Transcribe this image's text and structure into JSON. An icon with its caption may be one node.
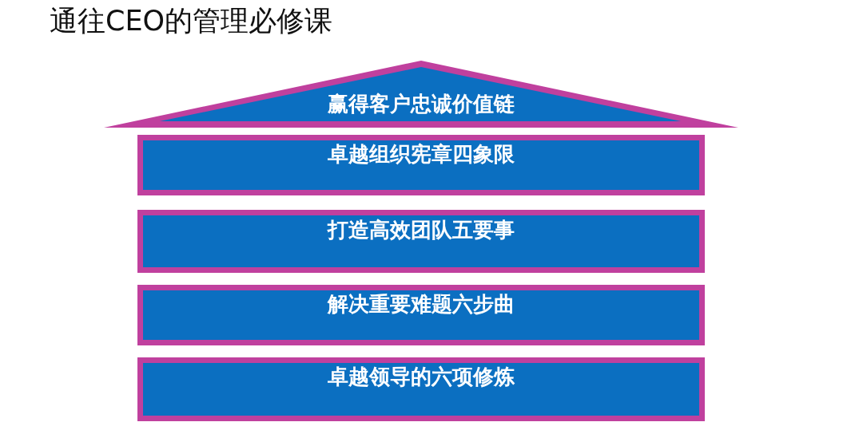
{
  "diagram": {
    "title": "通往CEO的管理必修课",
    "nodes": [
      {
        "text": [
          "赢得客户忠诚价值链"
        ]
      },
      {
        "text": [
          "卓越组织宪章四象限"
        ]
      },
      {
        "text": [
          "打造高效团队五要事"
        ]
      },
      {
        "text": [
          "解决重要难题六步曲"
        ]
      },
      {
        "text": [
          "卓越领导的六项修炼"
        ]
      }
    ]
  }
}
